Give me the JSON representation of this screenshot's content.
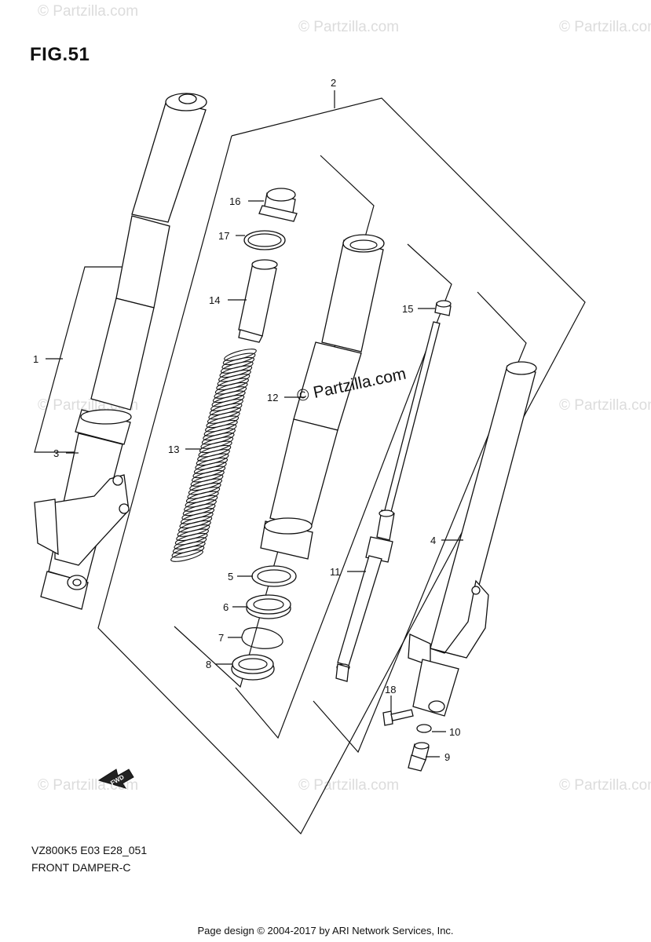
{
  "figure": {
    "title": "FIG.51",
    "model_code": "VZ800K5 E03 E28_051",
    "caption": "FRONT DAMPER-C"
  },
  "watermark": {
    "text": "© Partzilla.com",
    "center_text": "© Partzilla.com"
  },
  "footer": {
    "text": "Page design © 2004-2017 by ARI Network Services, Inc."
  },
  "fwd_label": "FWD",
  "callouts": {
    "c1": "1",
    "c2": "2",
    "c3": "3",
    "c4": "4",
    "c5": "5",
    "c6": "6",
    "c7": "7",
    "c8": "8",
    "c9": "9",
    "c10": "10",
    "c11": "11",
    "c12": "12",
    "c13": "13",
    "c14": "14",
    "c15": "15",
    "c16": "16",
    "c17": "17",
    "c18": "18"
  }
}
